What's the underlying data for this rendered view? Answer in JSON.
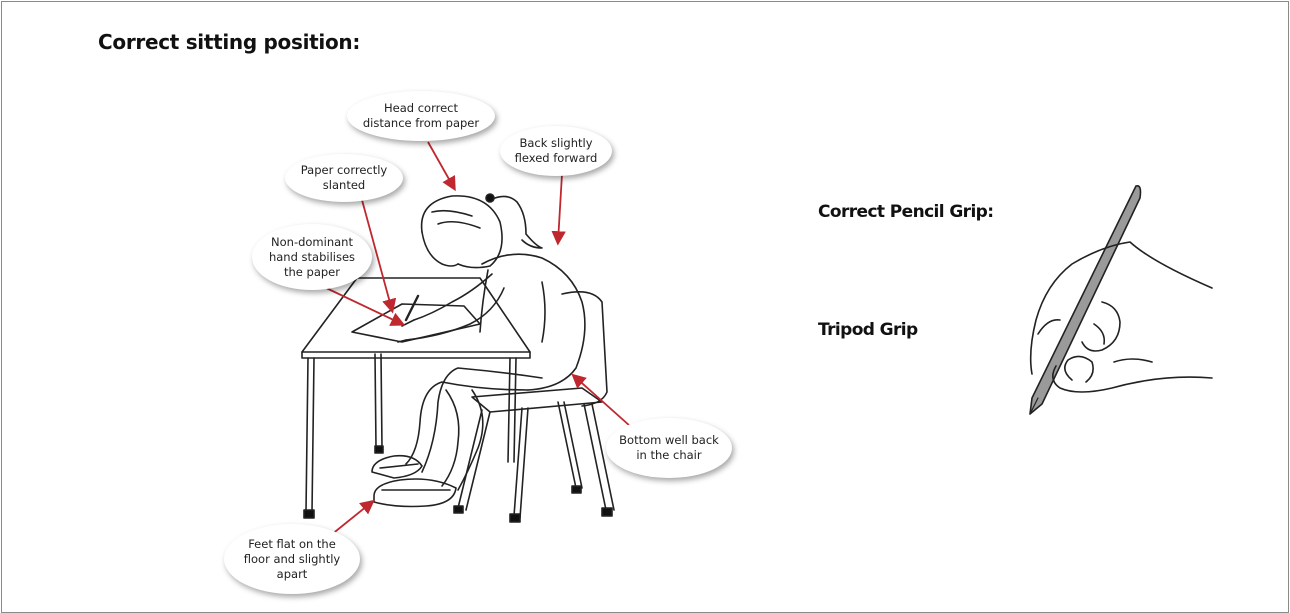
{
  "title": "Correct sitting position:",
  "callouts": {
    "head": "Head correct\ndistance from paper",
    "back": "Back slightly\nflexed forward",
    "paper": "Paper correctly\nslanted",
    "hand": "Non-dominant\nhand stabilises\nthe paper",
    "bottom": "Bottom well back\nin the chair",
    "feet": "Feet flat on the\nfloor and slightly\napart"
  },
  "grip": {
    "heading": "Correct Pencil Grip:",
    "name": "Tripod Grip"
  },
  "colors": {
    "arrow": "#c0282f",
    "line": "#222222",
    "pencil": "#9a9a9a"
  }
}
